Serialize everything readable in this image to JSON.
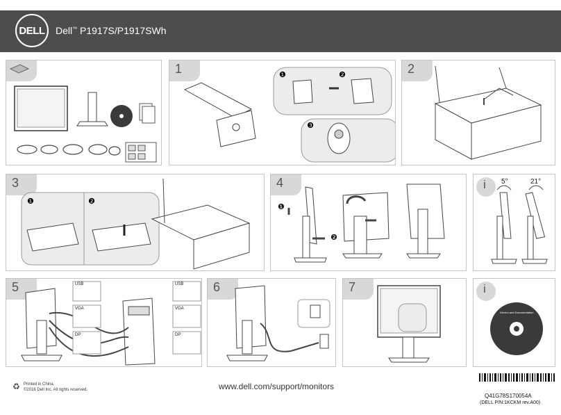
{
  "header": {
    "brand_logo": "DELL",
    "brand": "Dell",
    "trademark": "™",
    "model": "P1917S/P1917SWh"
  },
  "steps": {
    "s1": "1",
    "s2": "2",
    "s3": "3",
    "s4": "4",
    "s5": "5",
    "s6": "6",
    "s7": "7",
    "info": "i"
  },
  "step1": {
    "bullet_1": "❶",
    "bullet_2": "❷",
    "bullet_3": "❸"
  },
  "step3": {
    "bullet_1": "❶",
    "bullet_2": "❷"
  },
  "step4": {
    "bullet_1": "❶",
    "bullet_2": "❷"
  },
  "tilt": {
    "angle_front": "5°",
    "angle_back": "21°"
  },
  "connectors": {
    "usb": "USB",
    "vga": "VGA",
    "dp": "DP"
  },
  "disc": {
    "title": "Drivers and Documentation"
  },
  "footer": {
    "printed": "Printed in China.",
    "copyright": "©2016 Dell Inc. All rights reserved.",
    "url": "www.dell.com/support/monitors",
    "part_number": "Q41G78S170054A",
    "dell_pn": "(DELL P/N:1KCKM rev.A00)"
  },
  "colors": {
    "header_bg": "#4d4d4f",
    "tab_bg": "#d8d8d8",
    "border": "#c4c4c4"
  }
}
